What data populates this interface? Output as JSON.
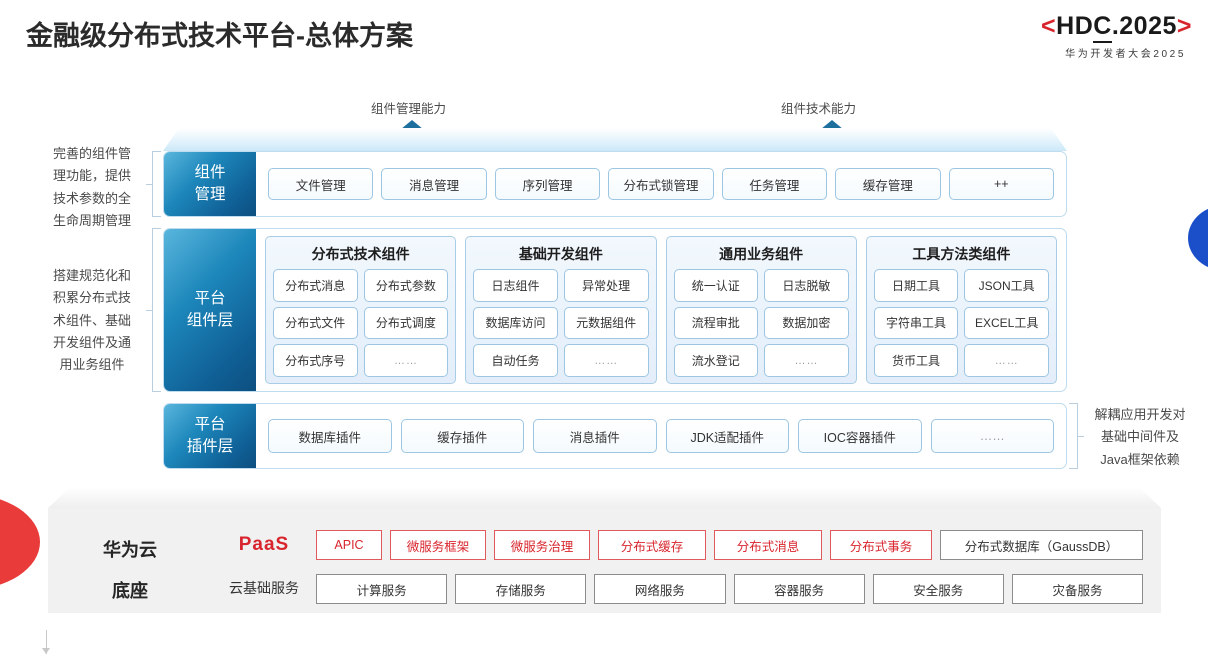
{
  "header": {
    "title": "金融级分布式技术平台-总体方案",
    "logo_bracket_left": "<",
    "logo_text_a": "HD",
    "logo_text_b": "C",
    "logo_text_c": ".2025",
    "logo_bracket_right": ">",
    "logo_sub": "华为开发者大会2025"
  },
  "callouts": {
    "arrow_left_label": "组件管理能力",
    "arrow_right_label": "组件技术能力"
  },
  "notes": {
    "left_top": "完善的组件管\n理功能，提供\n技术参数的全\n生命周期管理",
    "left_bottom": "搭建规范化和\n积累分布式技\n术组件、基础\n开发组件及通\n用业务组件",
    "right": "解耦应用开发对\n基础中间件及\nJava框架依赖"
  },
  "layers": {
    "management": {
      "label": "组件\n管理",
      "items": [
        "文件管理",
        "消息管理",
        "序列管理",
        "分布式锁管理",
        "任务管理",
        "缓存管理",
        "++"
      ]
    },
    "platform": {
      "label": "平台\n组件层",
      "groups": [
        {
          "title": "分布式技术组件",
          "items": [
            "分布式消息",
            "分布式参数",
            "分布式文件",
            "分布式调度",
            "分布式序号",
            "……"
          ]
        },
        {
          "title": "基础开发组件",
          "items": [
            "日志组件",
            "异常处理",
            "数据库访问",
            "元数据组件",
            "自动任务",
            "……"
          ]
        },
        {
          "title": "通用业务组件",
          "items": [
            "统一认证",
            "日志脱敏",
            "流程审批",
            "数据加密",
            "流水登记",
            "……"
          ]
        },
        {
          "title": "工具方法类组件",
          "items": [
            "日期工具",
            "JSON工具",
            "字符串工具",
            "EXCEL工具",
            "货币工具",
            "……"
          ]
        }
      ]
    },
    "plugin": {
      "label": "平台\n插件层",
      "items": [
        "数据库插件",
        "缓存插件",
        "消息插件",
        "JDK适配插件",
        "IOC容器插件",
        "……"
      ]
    }
  },
  "base": {
    "title": "华为云\n底座",
    "paas_label": "PaaS",
    "cloud_label": "云基础服务",
    "paas_items": [
      "APIC",
      "微服务框架",
      "微服务治理",
      "分布式缓存",
      "分布式消息",
      "分布式事务"
    ],
    "paas_gauss": "分布式数据库（GaussDB）",
    "cloud_items": [
      "计算服务",
      "存储服务",
      "网络服务",
      "容器服务",
      "安全服务",
      "灾备服务"
    ]
  },
  "colors": {
    "brand_red": "#d8252d",
    "brand_blue": "#1d87bb",
    "accent_blue": "#1b4fc9"
  }
}
